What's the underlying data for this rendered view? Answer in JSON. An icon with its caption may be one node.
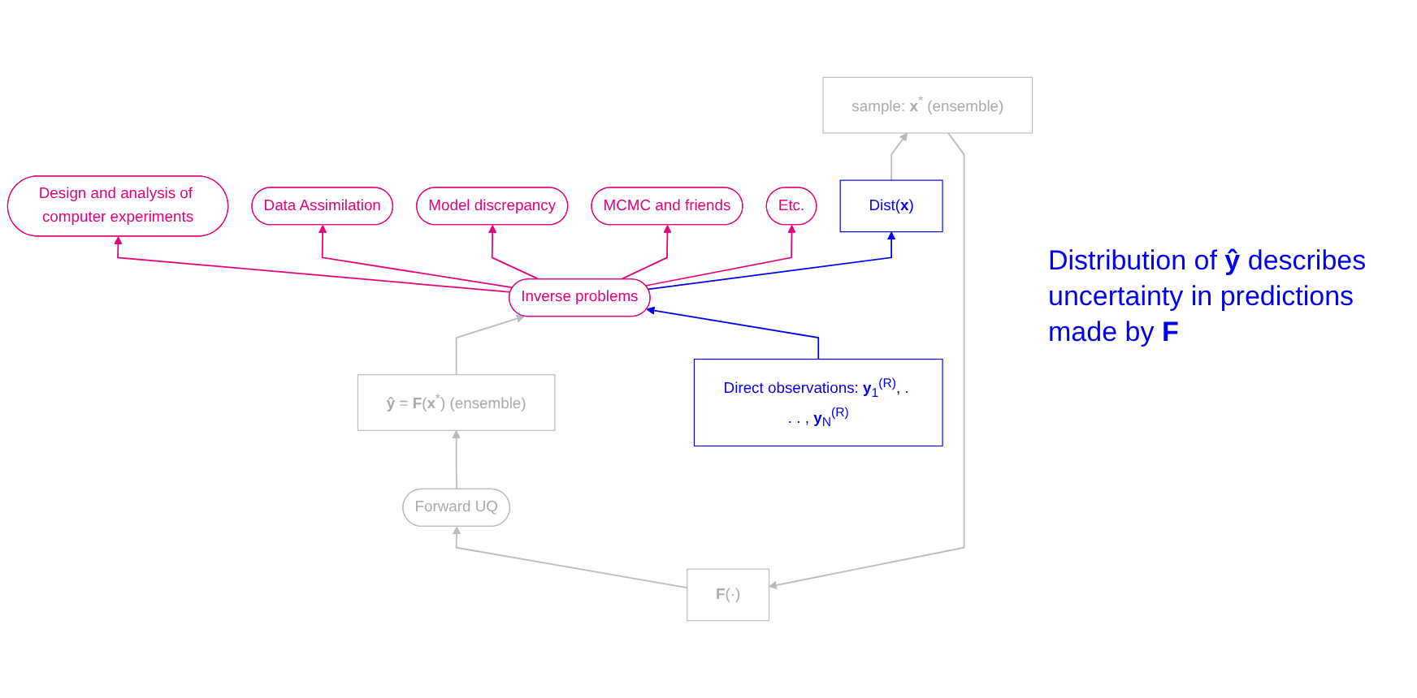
{
  "diagram": {
    "nodes": [
      {
        "text": [
          "**F**(·)"
        ]
      },
      {
        "text": [
          "Forward UQ"
        ]
      },
      {
        "text": [
          "**ŷ** = **F**(**x**$^{*}$) (ensemble)"
        ]
      },
      {
        "text": [
          "sample: **x**$^{*}$ (ensemble)"
        ]
      },
      {
        "text": [
          "Design and analysis of computer experiments"
        ]
      },
      {
        "text": [
          "Data Assimilation"
        ]
      },
      {
        "text": [
          "Model discrepancy"
        ]
      },
      {
        "text": [
          "MCMC and friends"
        ]
      },
      {
        "text": [
          "Etc."
        ]
      },
      {
        "text": [
          "Dist(**x**)"
        ]
      },
      {
        "text": [
          "Inverse problems"
        ]
      },
      {
        "text": [
          "Direct observations: **y**$_{1}$$^{(R)}$, . . . , **y**$_{N}$$^{(R)}$"
        ]
      }
    ],
    "edges": [
      {
        "from": 0,
        "to": 1,
        "arrow": "to",
        "color": "#bbbbbb"
      },
      {
        "from": 1,
        "to": 2,
        "arrow": "to",
        "color": "#bbbbbb"
      },
      {
        "from": 9,
        "to": 3,
        "arrow": "to",
        "color": "#bbbbbb"
      },
      {
        "from": 3,
        "to": 0,
        "arrow": "to",
        "color": "#bbbbbb"
      },
      {
        "from": 2,
        "to": 10,
        "arrow": "to",
        "color": "#bbbbbb"
      },
      {
        "from": 10,
        "to": 7,
        "arrow": "to",
        "color": "#e6007e"
      },
      {
        "from": 10,
        "to": 5,
        "arrow": "to",
        "color": "#e6007e"
      },
      {
        "from": 10,
        "to": 4,
        "arrow": "to",
        "color": "#e6007e"
      },
      {
        "from": 10,
        "to": 6,
        "arrow": "to",
        "color": "#e6007e"
      },
      {
        "from": 10,
        "to": 8,
        "arrow": "to",
        "color": "#e6007e"
      },
      {
        "from": 10,
        "to": 9,
        "arrow": "to",
        "color": "#0000ee"
      },
      {
        "from": 11,
        "to": 10,
        "arrow": "to",
        "color": "#0000ee"
      }
    ],
    "labels": [
      "Distribution of **ŷ** describes uncertainty in predictions made by **F**"
    ]
  }
}
